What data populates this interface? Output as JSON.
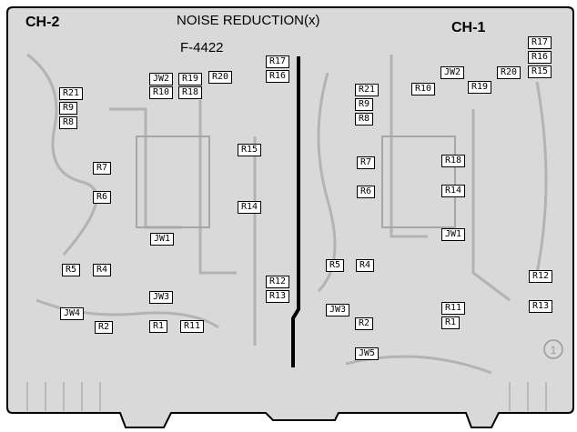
{
  "header": {
    "title": "NOISE REDUCTION(x)",
    "model": "F-4422",
    "ch2_label": "CH-2",
    "ch1_label": "CH-1",
    "marker": "1"
  },
  "colors": {
    "board": "#d9d9d9",
    "trace": "#b3b3b3",
    "ink": "#000000",
    "label_bg": "#ffffff"
  },
  "ch2": {
    "jw2": "JW2",
    "r19": "R19",
    "r20": "R20",
    "r10": "R10",
    "r18": "R18",
    "r17": "R17",
    "r16": "R16",
    "r21": "R21",
    "r9": "R9",
    "r8": "R8",
    "r15": "R15",
    "r7": "R7",
    "r6": "R6",
    "r14": "R14",
    "jw1": "JW1",
    "r5": "R5",
    "r4": "R4",
    "r12": "R12",
    "r13": "R13",
    "jw3": "JW3",
    "jw4": "JW4",
    "r2": "R2",
    "r1": "R1",
    "r11": "R11"
  },
  "ch1": {
    "r17": "R17",
    "r16": "R16",
    "jw2": "JW2",
    "r20": "R20",
    "r15": "R15",
    "r10": "R10",
    "r19": "R19",
    "r21": "R21",
    "r9": "R9",
    "r8": "R8",
    "r7": "R7",
    "r18": "R18",
    "r6": "R6",
    "r14": "R14",
    "jw1": "JW1",
    "r5": "R5",
    "r4": "R4",
    "r12": "R12",
    "jw3": "JW3",
    "r11": "R11",
    "r13": "R13",
    "r2": "R2",
    "r1": "R1",
    "jw5": "JW5"
  }
}
